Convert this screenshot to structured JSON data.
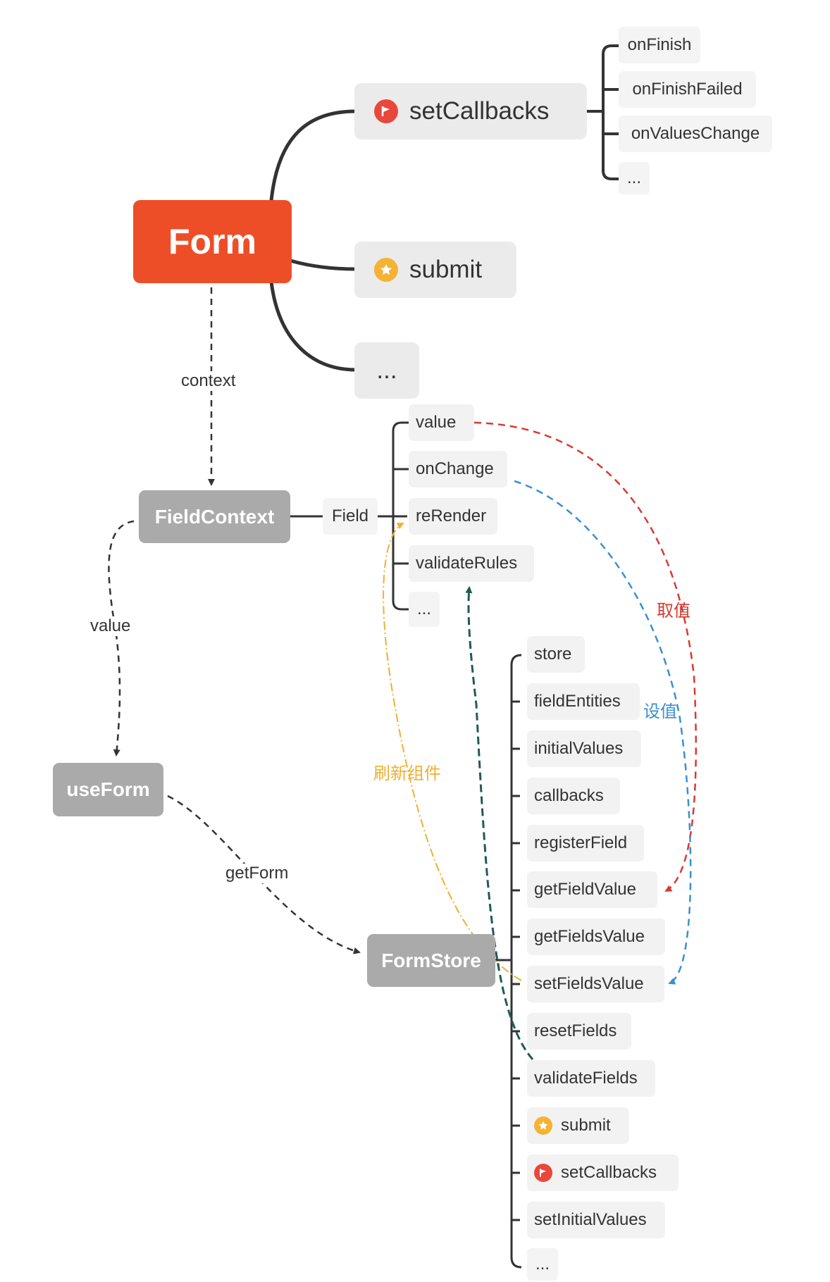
{
  "root": {
    "label": "Form"
  },
  "form_children": [
    {
      "label": "setCallbacks",
      "icon": "flag-icon"
    },
    {
      "label": "submit",
      "icon": "star-icon"
    },
    {
      "label": "..."
    }
  ],
  "callbacks_children": [
    "onFinish",
    "onFinishFailed",
    "onValuesChange",
    "..."
  ],
  "edge_labels": {
    "context": "context",
    "value": "value",
    "get_form": "getForm"
  },
  "field_context": {
    "label": "FieldContext"
  },
  "field": {
    "label": "Field"
  },
  "field_children": [
    "value",
    "onChange",
    "reRender",
    "validateRules",
    "..."
  ],
  "use_form": {
    "label": "useForm"
  },
  "form_store": {
    "label": "FormStore"
  },
  "store_children": [
    {
      "label": "store"
    },
    {
      "label": "fieldEntities"
    },
    {
      "label": "initialValues"
    },
    {
      "label": "callbacks"
    },
    {
      "label": "registerField"
    },
    {
      "label": "getFieldValue"
    },
    {
      "label": "getFieldsValue"
    },
    {
      "label": "setFieldsValue"
    },
    {
      "label": "resetFields"
    },
    {
      "label": "validateFields"
    },
    {
      "label": "submit",
      "icon": "star-icon"
    },
    {
      "label": "setCallbacks",
      "icon": "flag-icon"
    },
    {
      "label": "setInitialValues"
    },
    {
      "label": "..."
    }
  ],
  "annotations": {
    "get_value": "取值",
    "set_value": "设值",
    "refresh": "刷新组件"
  },
  "colors": {
    "root": "#ee4e27",
    "get_value": "#d63a32",
    "set_value": "#3a8fd1",
    "refresh": "#f0b030",
    "validate": "#215a55",
    "connector": "#333333"
  }
}
